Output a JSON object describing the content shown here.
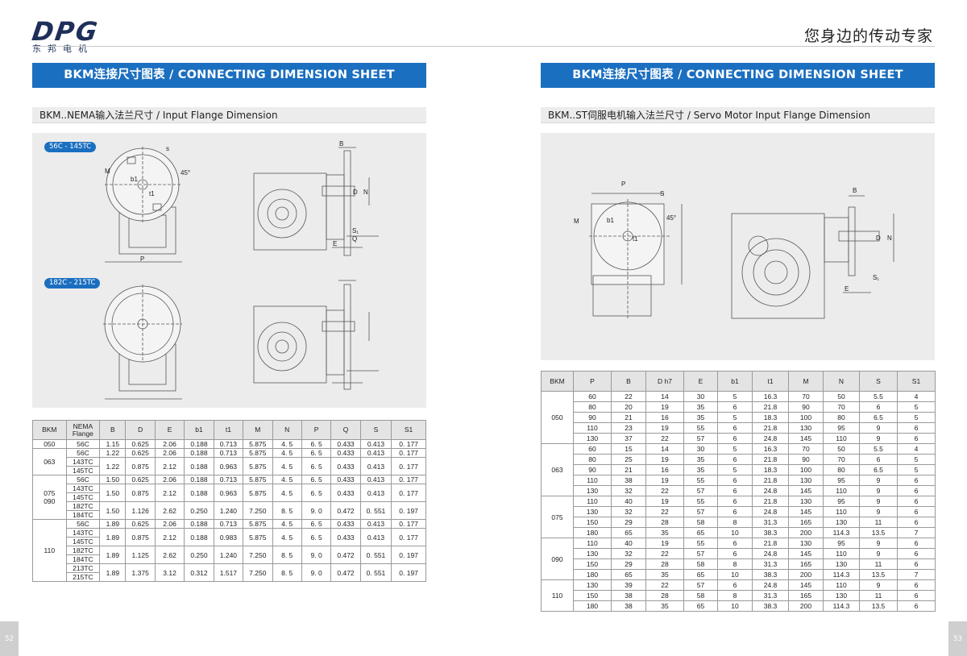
{
  "header": {
    "logo_text": "DPG",
    "logo_subtitle": "东邦电机",
    "slogan": "您身边的传动专家"
  },
  "left": {
    "banner": "BKM连接尺寸图表 / CONNECTING DIMENSION SHEET",
    "subtitle": "BKM..NEMA输入法兰尺寸 / Input Flange Dimension",
    "drawing": {
      "tag1": "56C - 145TC",
      "tag2": "182C - 215TC",
      "labels": {
        "M": "M",
        "b1": "b1",
        "t1": "t1",
        "s": "s",
        "angle": "45°",
        "P": "P",
        "B": "B",
        "D": "D",
        "N": "N",
        "S1": "S₁",
        "Q": "Q",
        "E": "E"
      }
    },
    "headers": [
      "BKM",
      "NEMA Flange",
      "B",
      "D",
      "E",
      "b1",
      "t1",
      "M",
      "N",
      "P",
      "Q",
      "S",
      "S1"
    ],
    "groups": [
      {
        "bkm": "050",
        "rows": [
          {
            "flanges": [
              "56C"
            ],
            "values": [
              "1.15",
              "0.625",
              "2.06",
              "0.188",
              "0.713",
              "5.875",
              "4. 5",
              "6. 5",
              "0.433",
              "0.413",
              "0. 177"
            ]
          }
        ]
      },
      {
        "bkm": "063",
        "rows": [
          {
            "flanges": [
              "56C"
            ],
            "values": [
              "1.22",
              "0.625",
              "2.06",
              "0.188",
              "0.713",
              "5.875",
              "4. 5",
              "6. 5",
              "0.433",
              "0.413",
              "0. 177"
            ]
          },
          {
            "flanges": [
              "143TC",
              "145TC"
            ],
            "values": [
              "1.22",
              "0.875",
              "2.12",
              "0.188",
              "0.963",
              "5.875",
              "4. 5",
              "6. 5",
              "0.433",
              "0.413",
              "0. 177"
            ]
          }
        ]
      },
      {
        "bkm": "075\n090",
        "rows": [
          {
            "flanges": [
              "56C"
            ],
            "values": [
              "1.50",
              "0.625",
              "2.06",
              "0.188",
              "0.713",
              "5.875",
              "4. 5",
              "6. 5",
              "0.433",
              "0.413",
              "0. 177"
            ]
          },
          {
            "flanges": [
              "143TC",
              "145TC"
            ],
            "values": [
              "1.50",
              "0.875",
              "2.12",
              "0.188",
              "0.963",
              "5.875",
              "4. 5",
              "6. 5",
              "0.433",
              "0.413",
              "0. 177"
            ]
          },
          {
            "flanges": [
              "182TC",
              "184TC"
            ],
            "values": [
              "1.50",
              "1.126",
              "2.62",
              "0.250",
              "1.240",
              "7.250",
              "8. 5",
              "9. 0",
              "0.472",
              "0. 551",
              "0. 197"
            ]
          }
        ]
      },
      {
        "bkm": "110",
        "rows": [
          {
            "flanges": [
              "56C"
            ],
            "values": [
              "1.89",
              "0.625",
              "2.06",
              "0.188",
              "0.713",
              "5.875",
              "4. 5",
              "6. 5",
              "0.433",
              "0.413",
              "0. 177"
            ]
          },
          {
            "flanges": [
              "143TC",
              "145TC"
            ],
            "values": [
              "1.89",
              "0.875",
              "2.12",
              "0.188",
              "0.983",
              "5.875",
              "4. 5",
              "6. 5",
              "0.433",
              "0.413",
              "0. 177"
            ]
          },
          {
            "flanges": [
              "182TC",
              "184TC"
            ],
            "values": [
              "1.89",
              "1.125",
              "2.62",
              "0.250",
              "1.240",
              "7.250",
              "8. 5",
              "9. 0",
              "0.472",
              "0. 551",
              "0. 197"
            ]
          },
          {
            "flanges": [
              "213TC",
              "215TC"
            ],
            "values": [
              "1.89",
              "1.375",
              "3.12",
              "0.312",
              "1.517",
              "7.250",
              "8. 5",
              "9. 0",
              "0.472",
              "0. 551",
              "0. 197"
            ]
          }
        ]
      }
    ],
    "page_number": "52"
  },
  "right": {
    "banner": "BKM连接尺寸图表 / CONNECTING DIMENSION SHEET",
    "subtitle": "BKM..ST伺服电机输入法兰尺寸 / Servo Motor Input Flange Dimension",
    "drawing": {
      "labels": {
        "P": "P",
        "S": "S",
        "M": "M",
        "b1": "b1",
        "t1": "t1",
        "angle": "45°",
        "B": "B",
        "D": "D",
        "N": "N",
        "S1": "S₁",
        "E": "E"
      }
    },
    "headers": [
      "BKM",
      "P",
      "B",
      "D h7",
      "E",
      "b1",
      "t1",
      "M",
      "N",
      "S",
      "S1"
    ],
    "groups": [
      {
        "bkm": "050",
        "rows": [
          [
            "60",
            "22",
            "14",
            "30",
            "5",
            "16.3",
            "70",
            "50",
            "5.5",
            "4"
          ],
          [
            "80",
            "20",
            "19",
            "35",
            "6",
            "21.8",
            "90",
            "70",
            "6",
            "5"
          ],
          [
            "90",
            "21",
            "16",
            "35",
            "5",
            "18.3",
            "100",
            "80",
            "6.5",
            "5"
          ],
          [
            "110",
            "23",
            "19",
            "55",
            "6",
            "21.8",
            "130",
            "95",
            "9",
            "6"
          ],
          [
            "130",
            "37",
            "22",
            "57",
            "6",
            "24.8",
            "145",
            "110",
            "9",
            "6"
          ]
        ]
      },
      {
        "bkm": "063",
        "rows": [
          [
            "60",
            "15",
            "14",
            "30",
            "5",
            "16.3",
            "70",
            "50",
            "5.5",
            "4"
          ],
          [
            "80",
            "25",
            "19",
            "35",
            "6",
            "21.8",
            "90",
            "70",
            "6",
            "5"
          ],
          [
            "90",
            "21",
            "16",
            "35",
            "5",
            "18.3",
            "100",
            "80",
            "6.5",
            "5"
          ],
          [
            "110",
            "38",
            "19",
            "55",
            "6",
            "21.8",
            "130",
            "95",
            "9",
            "6"
          ],
          [
            "130",
            "32",
            "22",
            "57",
            "6",
            "24.8",
            "145",
            "110",
            "9",
            "6"
          ]
        ]
      },
      {
        "bkm": "075",
        "rows": [
          [
            "110",
            "40",
            "19",
            "55",
            "6",
            "21.8",
            "130",
            "95",
            "9",
            "6"
          ],
          [
            "130",
            "32",
            "22",
            "57",
            "6",
            "24.8",
            "145",
            "110",
            "9",
            "6"
          ],
          [
            "150",
            "29",
            "28",
            "58",
            "8",
            "31.3",
            "165",
            "130",
            "11",
            "6"
          ],
          [
            "180",
            "65",
            "35",
            "65",
            "10",
            "38.3",
            "200",
            "114.3",
            "13.5",
            "7"
          ]
        ]
      },
      {
        "bkm": "090",
        "rows": [
          [
            "110",
            "40",
            "19",
            "55",
            "6",
            "21.8",
            "130",
            "95",
            "9",
            "6"
          ],
          [
            "130",
            "32",
            "22",
            "57",
            "6",
            "24.8",
            "145",
            "110",
            "9",
            "6"
          ],
          [
            "150",
            "29",
            "28",
            "58",
            "8",
            "31.3",
            "165",
            "130",
            "11",
            "6"
          ],
          [
            "180",
            "65",
            "35",
            "65",
            "10",
            "38.3",
            "200",
            "114.3",
            "13.5",
            "7"
          ]
        ]
      },
      {
        "bkm": "110",
        "rows": [
          [
            "130",
            "39",
            "22",
            "57",
            "6",
            "24.8",
            "145",
            "110",
            "9",
            "6"
          ],
          [
            "150",
            "38",
            "28",
            "58",
            "8",
            "31.3",
            "165",
            "130",
            "11",
            "6"
          ],
          [
            "180",
            "38",
            "35",
            "65",
            "10",
            "38.3",
            "200",
            "114.3",
            "13.5",
            "6"
          ]
        ]
      }
    ],
    "page_number": "53"
  }
}
